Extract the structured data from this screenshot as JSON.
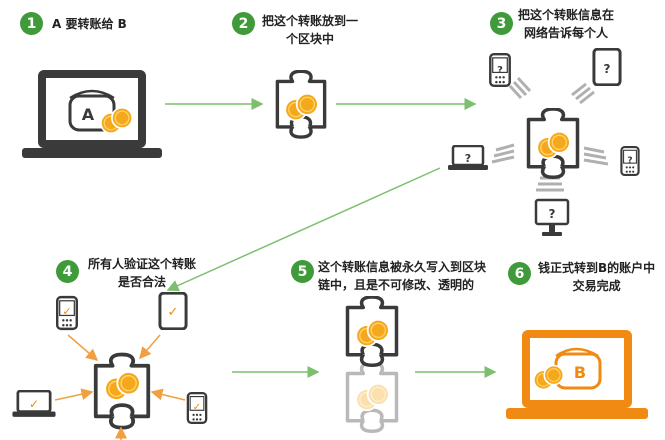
{
  "steps": [
    {
      "num": "1",
      "lines": [
        "A 要转账给 B"
      ]
    },
    {
      "num": "2",
      "lines": [
        "把这个转账放到一",
        "个区块中"
      ]
    },
    {
      "num": "3",
      "lines": [
        "把这个转账信息在",
        "网络告诉每个人"
      ]
    },
    {
      "num": "4",
      "lines": [
        "所有人验证这个转账",
        "是否合法"
      ]
    },
    {
      "num": "5",
      "lines": [
        "这个转账信息被永久写入到区块",
        "链中，且是不可修改、透明的"
      ]
    },
    {
      "num": "6",
      "lines": [
        "钱正式转到B的账户中",
        "交易完成"
      ]
    }
  ],
  "wallet_labels": {
    "sender": "A",
    "receiver": "B"
  },
  "device_marks": {
    "unknown": "?",
    "verified": "✓"
  },
  "colors": {
    "green": "#3f9a3a",
    "orange": "#f08a12",
    "dark": "#3a3a3a",
    "coin": "#f5a81c"
  }
}
